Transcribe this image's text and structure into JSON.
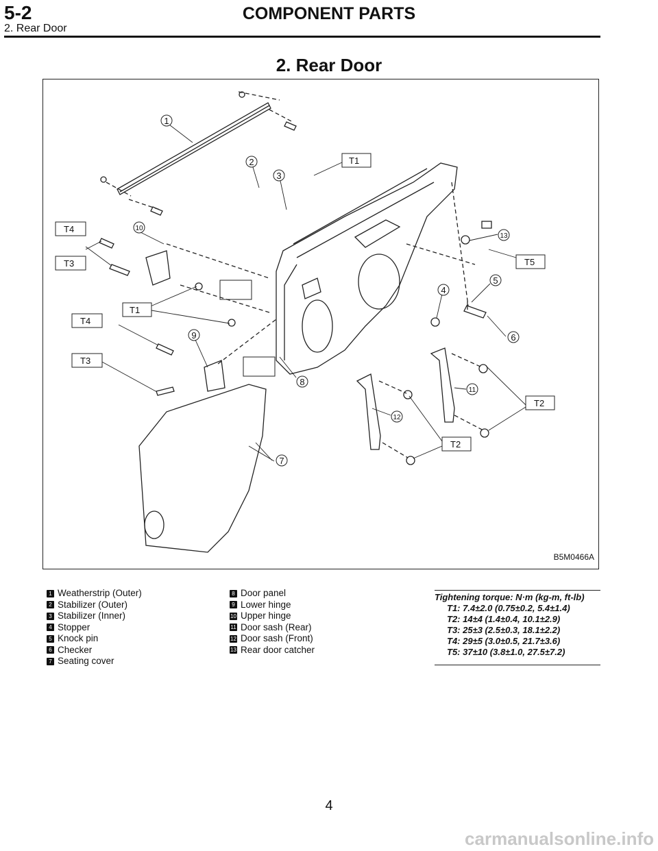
{
  "header": {
    "section_code": "5-2",
    "section_title": "COMPONENT PARTS",
    "subsection": "2. Rear Door"
  },
  "page_title": "2. Rear Door",
  "figure": {
    "figure_id": "B5M0466A",
    "callouts": [
      "1",
      "2",
      "3",
      "4",
      "5",
      "6",
      "7",
      "8",
      "9",
      "10",
      "11",
      "12",
      "13"
    ],
    "torque_tags": [
      "T1",
      "T1",
      "T2",
      "T2",
      "T3",
      "T3",
      "T4",
      "T4",
      "T5"
    ]
  },
  "legend": {
    "left": [
      {
        "num": "1",
        "label": "Weatherstrip (Outer)"
      },
      {
        "num": "2",
        "label": "Stabilizer (Outer)"
      },
      {
        "num": "3",
        "label": "Stabilizer (Inner)"
      },
      {
        "num": "4",
        "label": "Stopper"
      },
      {
        "num": "5",
        "label": "Knock pin"
      },
      {
        "num": "6",
        "label": "Checker"
      },
      {
        "num": "7",
        "label": "Seating cover"
      }
    ],
    "middle": [
      {
        "num": "8",
        "label": "Door panel"
      },
      {
        "num": "9",
        "label": "Lower hinge"
      },
      {
        "num": "10",
        "label": "Upper hinge"
      },
      {
        "num": "11",
        "label": "Door sash (Rear)"
      },
      {
        "num": "12",
        "label": "Door sash (Front)"
      },
      {
        "num": "13",
        "label": "Rear door catcher"
      }
    ]
  },
  "torque": {
    "heading": "Tightening torque: N·m (kg-m, ft-lb)",
    "lines": [
      "T1: 7.4±2.0 (0.75±0.2, 5.4±1.4)",
      "T2: 14±4 (1.4±0.4, 10.1±2.9)",
      "T3: 25±3 (2.5±0.3, 18.1±2.2)",
      "T4: 29±5 (3.0±0.5, 21.7±3.6)",
      "T5: 37±10 (3.8±1.0, 27.5±7.2)"
    ]
  },
  "page_number": "4",
  "watermark": "carmanualsonline.info"
}
